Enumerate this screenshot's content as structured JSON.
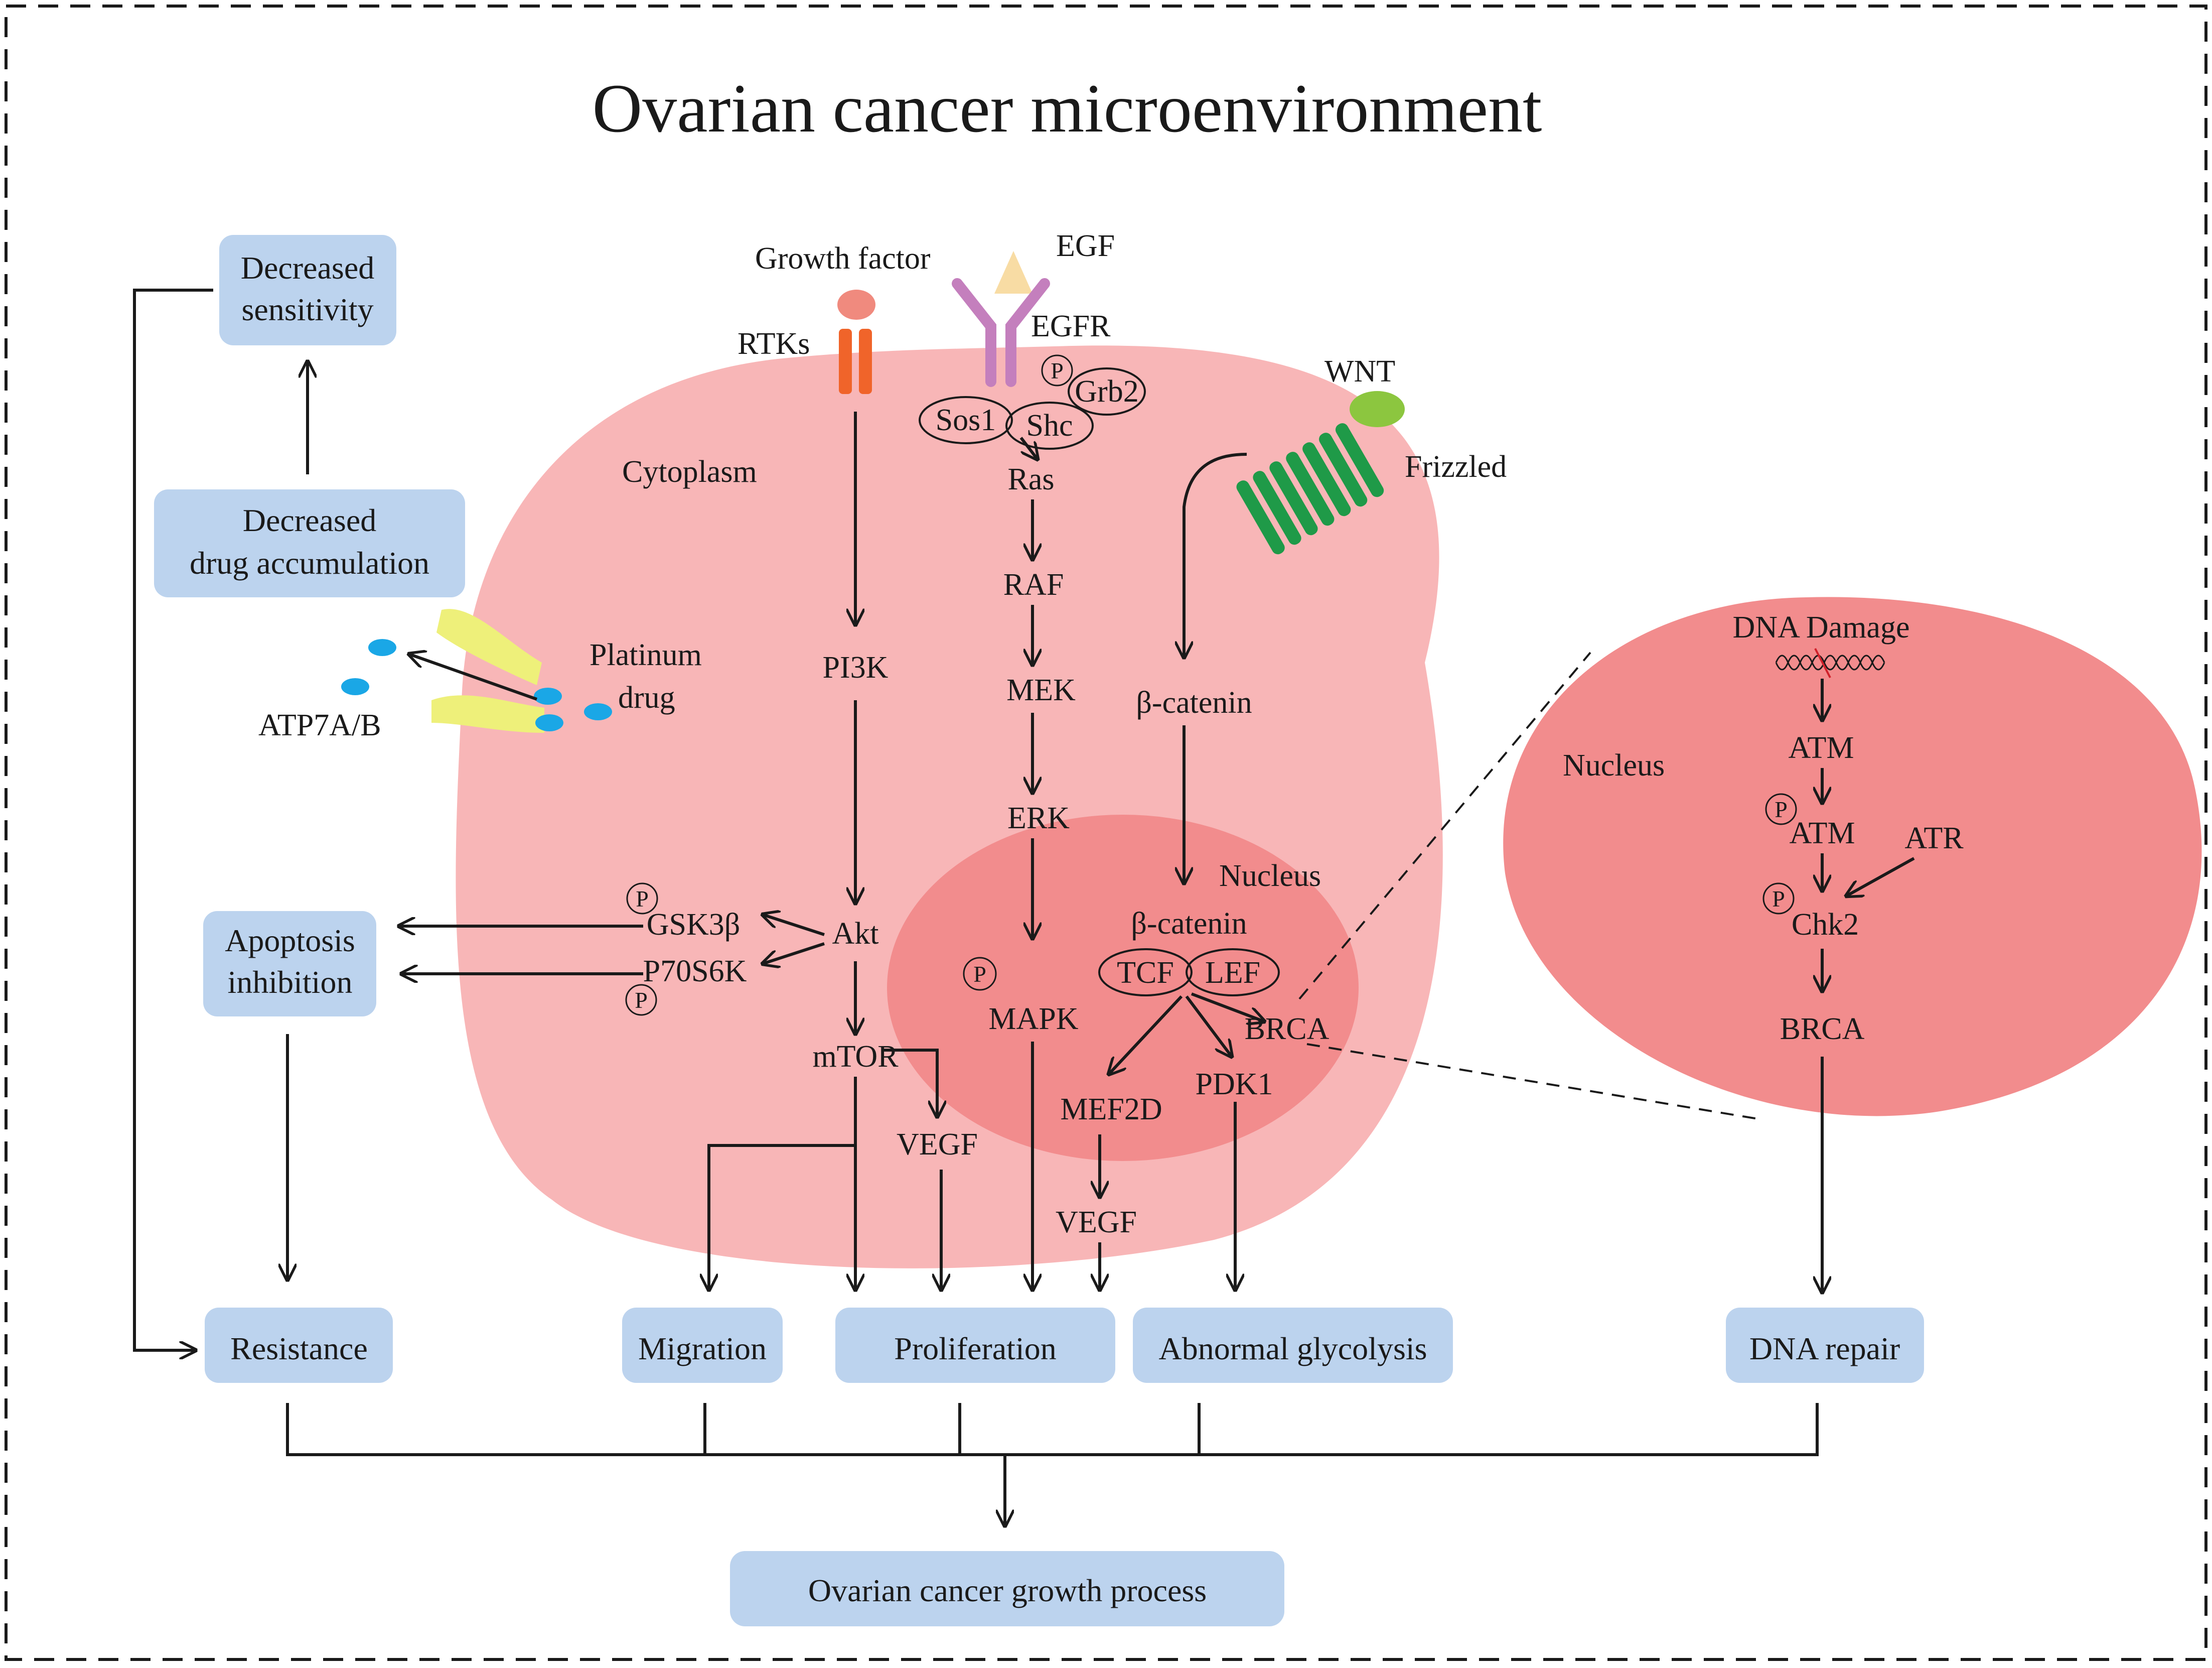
{
  "title": "Ovarian cancer microenvironment",
  "colors": {
    "cytoplasm": "#f8b6b7",
    "nucleus": "#f28c8d",
    "box": "#bcd3ee",
    "egfr": "#c47fbd",
    "egf": "#f8dca4",
    "growth_factor": "#f08a7e",
    "rtk": "#f0642a",
    "wnt": "#8cc63f",
    "frizzled": "#1f9a48",
    "atp7ab": "#eef07a",
    "platinum": "#1aa7e6"
  },
  "regions": {
    "cytoplasm": "Cytoplasm",
    "inner_nucleus": "Nucleus",
    "zoom_nucleus": "Nucleus"
  },
  "receptors": {
    "growth_factor": "Growth factor",
    "rtks": "RTKs",
    "egf": "EGF",
    "egfr": "EGFR",
    "grb2": "Grb2",
    "sos1": "Sos1",
    "shc": "Shc",
    "wnt": "WNT",
    "frizzled": "Frizzled",
    "atp7ab": "ATP7A/B",
    "platinum": "Platinum",
    "drug": "drug"
  },
  "phospho_symbol": "P",
  "pathway": {
    "pi3k": "PI3K",
    "akt": "Akt",
    "mtor": "mTOR",
    "vegf_1": "VEGF",
    "gsk3b": "GSK3β",
    "p70s6k": "P70S6K",
    "ras": "Ras",
    "raf": "RAF",
    "mek": "MEK",
    "erk": "ERK",
    "mapk": "MAPK",
    "bcatenin_cyto": "β-catenin",
    "bcatenin_nuc": "β-catenin",
    "tcf": "TCF",
    "lef": "LEF",
    "mef2d": "MEF2D",
    "pdk1": "PDK1",
    "brca_inner": "BRCA",
    "vegf_2": "VEGF"
  },
  "dna_pathway": {
    "dna_damage": "DNA Damage",
    "atm_1": "ATM",
    "atm_2": "ATM",
    "atr": "ATR",
    "chk2": "Chk2",
    "brca": "BRCA"
  },
  "boxes": {
    "decreased_sensitivity": [
      "Decreased",
      "sensitivity"
    ],
    "decreased_accumulation": [
      "Decreased",
      "drug accumulation"
    ],
    "apoptosis_inhibition": [
      "Apoptosis",
      "inhibition"
    ],
    "resistance": "Resistance",
    "migration": "Migration",
    "proliferation": "Proliferation",
    "abnormal_glycolysis": "Abnormal glycolysis",
    "dna_repair": "DNA repair",
    "growth_process": "Ovarian cancer growth process"
  }
}
